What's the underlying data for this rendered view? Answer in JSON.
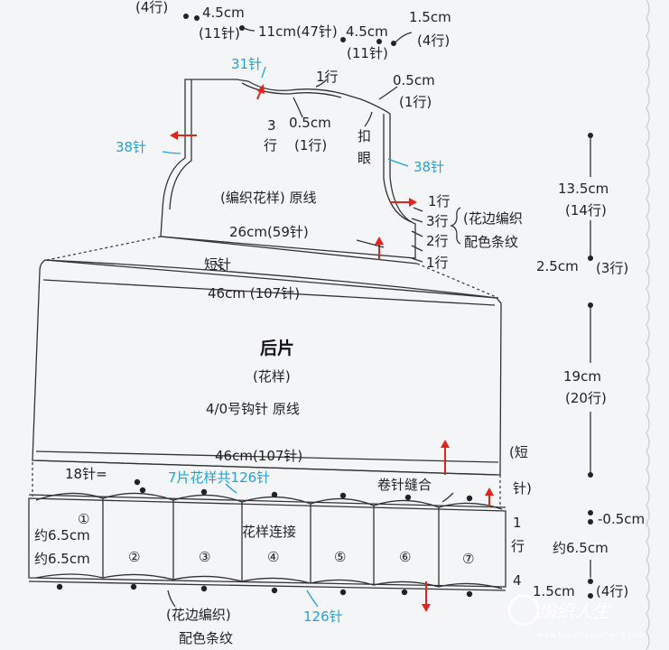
{
  "top": {
    "t1": "(4行)",
    "t2": "4.5cm",
    "t3": "(11针)",
    "t4": "11cm(47针)",
    "t5": "4.5cm",
    "t6": "(11针)",
    "t7": "1.5cm",
    "t8": "(4行)"
  },
  "bodice": {
    "c31": "31针",
    "r1a": "1行",
    "c05a": "0.5cm",
    "r1b": "(1行)",
    "three": "3",
    "hang": "行",
    "c05b": "0.5cm",
    "r1c": "(1行)",
    "kou": "扣",
    "yan": "眼",
    "c38l": "38针",
    "c38r": "38针",
    "pattern": "(编织花样)  原线",
    "w26": "26cm(59针)",
    "edge1": "1行",
    "edge3": "3行",
    "edge2": "2行",
    "edge1b": "1行",
    "brace": "(花边编织",
    "brace2": "配色条纹"
  },
  "back": {
    "duanzhen": "短针",
    "w46": "46cm (107针)",
    "title": "后片",
    "sub": "(花样)",
    "hook": "4/0号钩针   原线",
    "w46b": "46cm(107针)",
    "right1": "(短",
    "right2": "针)"
  },
  "strip": {
    "s18": "18针=",
    "s7": "7片花样共126针",
    "juan": "卷针缝合",
    "join": "花样连接",
    "yue1": "约6.5cm",
    "yue2": "约6.5cm",
    "nums": [
      "①",
      "②",
      "③",
      "④",
      "⑤",
      "⑥",
      "⑦"
    ],
    "bottom1": "(花边编织)",
    "bottom2": "配色条纹",
    "s126": "126针"
  },
  "right": {
    "r135": "13.5cm",
    "r14": "(14行)",
    "r25": "2.5cm",
    "r3": "(3行)",
    "r19": "19cm",
    "r20": "(20行)",
    "r05": "-0.5cm",
    "r1": "1",
    "rhang": "行",
    "r65": "约6.5cm",
    "r4": "4",
    "r15": "1.5cm",
    "r4h": "(4行)"
  },
  "watermark": {
    "brand": "编织人生",
    "url": "www.bianzhirensheng.com"
  },
  "colors": {
    "accent": "#1fa3d6",
    "arrow": "#e0231b"
  }
}
